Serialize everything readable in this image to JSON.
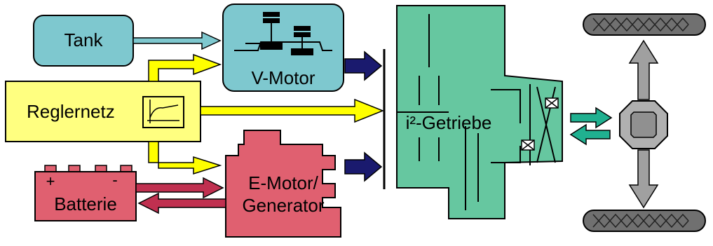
{
  "labels": {
    "tank": "Tank",
    "v_motor": "V-Motor",
    "reglernetz": "Reglernetz",
    "e_motor_line1": "E-Motor/",
    "e_motor_line2": "Generator",
    "batterie": "Batterie",
    "battery_plus": "+",
    "battery_minus": "-",
    "getriebe": "i²-Getriebe"
  },
  "colors": {
    "tank": "#7ec8cf",
    "v_motor": "#7ec8cf",
    "reglernetz": "#ffff80",
    "e_motor": "#e06070",
    "batterie": "#e06070",
    "getriebe": "#66c7a0",
    "fuel_arrow": "#7ec8cf",
    "control_arrow": "#ffff00",
    "power_arrow": "#c03050",
    "drive_arrow": "#1a1a6e",
    "wheel_arrow": "#a0a0a0",
    "gearbox_output_arrow": "#20b090"
  }
}
